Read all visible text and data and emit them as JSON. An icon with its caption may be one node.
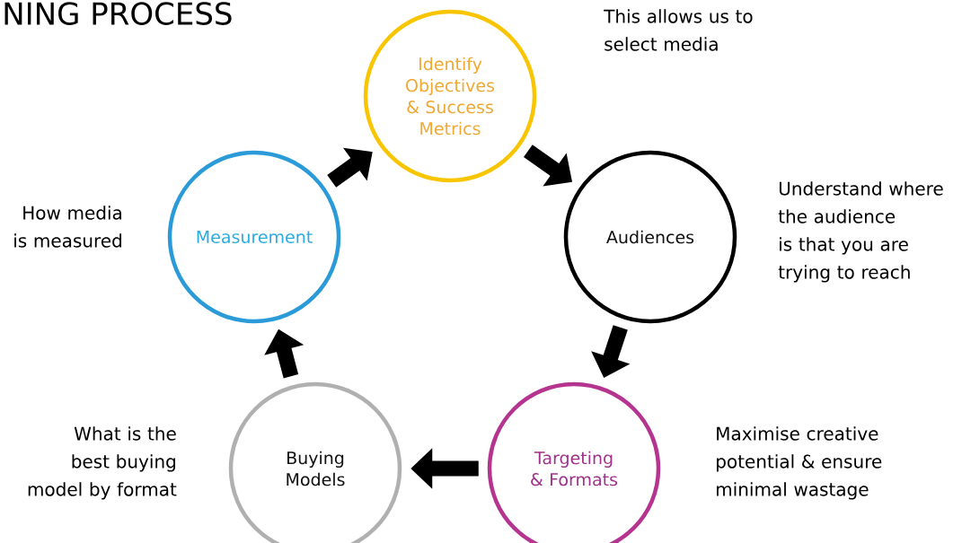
{
  "diagram": {
    "title": "NING PROCESS",
    "nodes": [
      {
        "text": [
          "Identify Objectives & Success Metrics"
        ],
        "beside": [
          "This allows us to select media"
        ]
      },
      {
        "text": [
          "Audiences"
        ],
        "beside": [
          "Understand where the audience is that you are trying to reach"
        ]
      },
      {
        "text": [
          "Targeting & Formats"
        ],
        "beside": [
          "Maximise creative potential & ensure minimal wastage"
        ]
      },
      {
        "text": [
          "Buying Models"
        ],
        "beside": [
          "What is the best buying model by format"
        ]
      },
      {
        "text": [
          "Measurement"
        ],
        "beside": [
          "How media is measured"
        ]
      }
    ],
    "edges": [
      {
        "from": 4,
        "to": 0,
        "arrow": "to"
      },
      {
        "from": 0,
        "to": 1,
        "arrow": "to"
      },
      {
        "from": 1,
        "to": 2,
        "arrow": "to"
      },
      {
        "from": 2,
        "to": 3,
        "arrow": "to"
      },
      {
        "from": 3,
        "to": 4,
        "arrow": "to"
      }
    ]
  }
}
